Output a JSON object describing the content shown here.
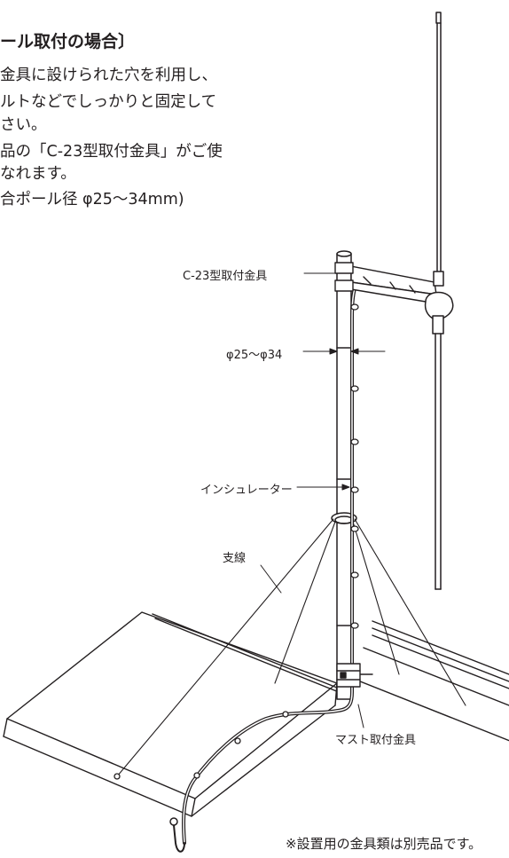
{
  "instructions": {
    "heading": "ール取付の場合〕",
    "lines": [
      "金具に設けられた穴を利用し、",
      "ルトなどでしっかりと固定して",
      "さい。",
      "品の「C-23型取付金具」がご使",
      "なれます。",
      "合ポール径 φ25〜34mm)"
    ]
  },
  "callouts": {
    "bracket": "C-23型取付金具",
    "diameter": "φ25〜φ34",
    "insulator": "インシュレーター",
    "guy_wire": "支線",
    "mast_mount": "マスト取付金具"
  },
  "footnote": "※設置用の金具類は別売品です。",
  "colors": {
    "ink": "#231f20",
    "background": "#ffffff"
  }
}
